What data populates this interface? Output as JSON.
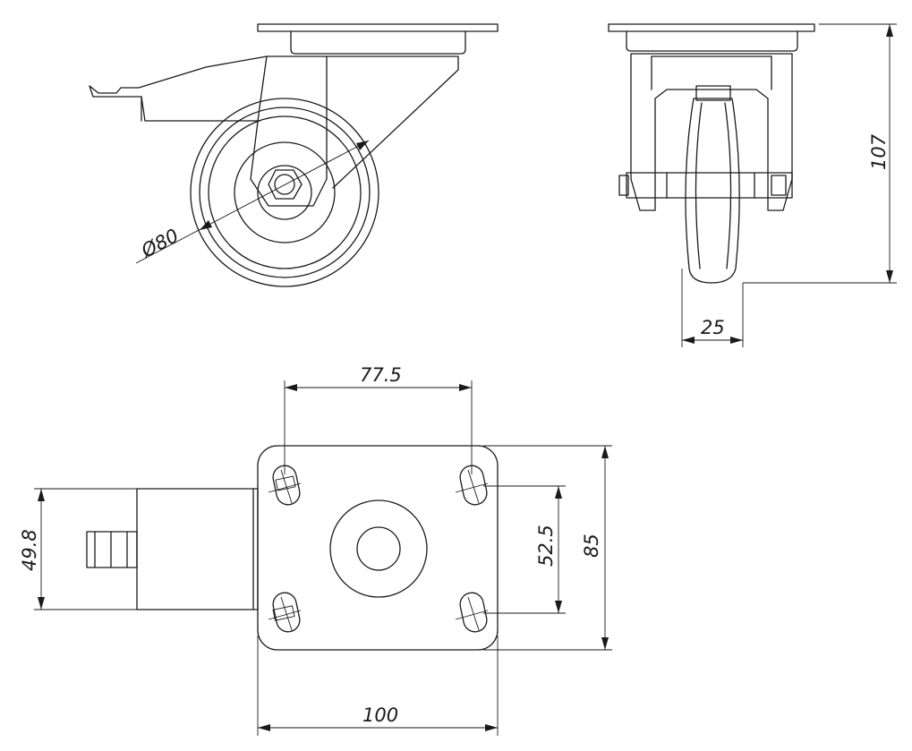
{
  "dimensions": {
    "wheel_diameter": "Ø80",
    "height": "107",
    "wheel_width": "25",
    "hole_spacing_x": "77.5",
    "hole_spacing_y": "52.5",
    "plate_depth": "85",
    "plate_width": "100",
    "brake_height": "49.8"
  }
}
